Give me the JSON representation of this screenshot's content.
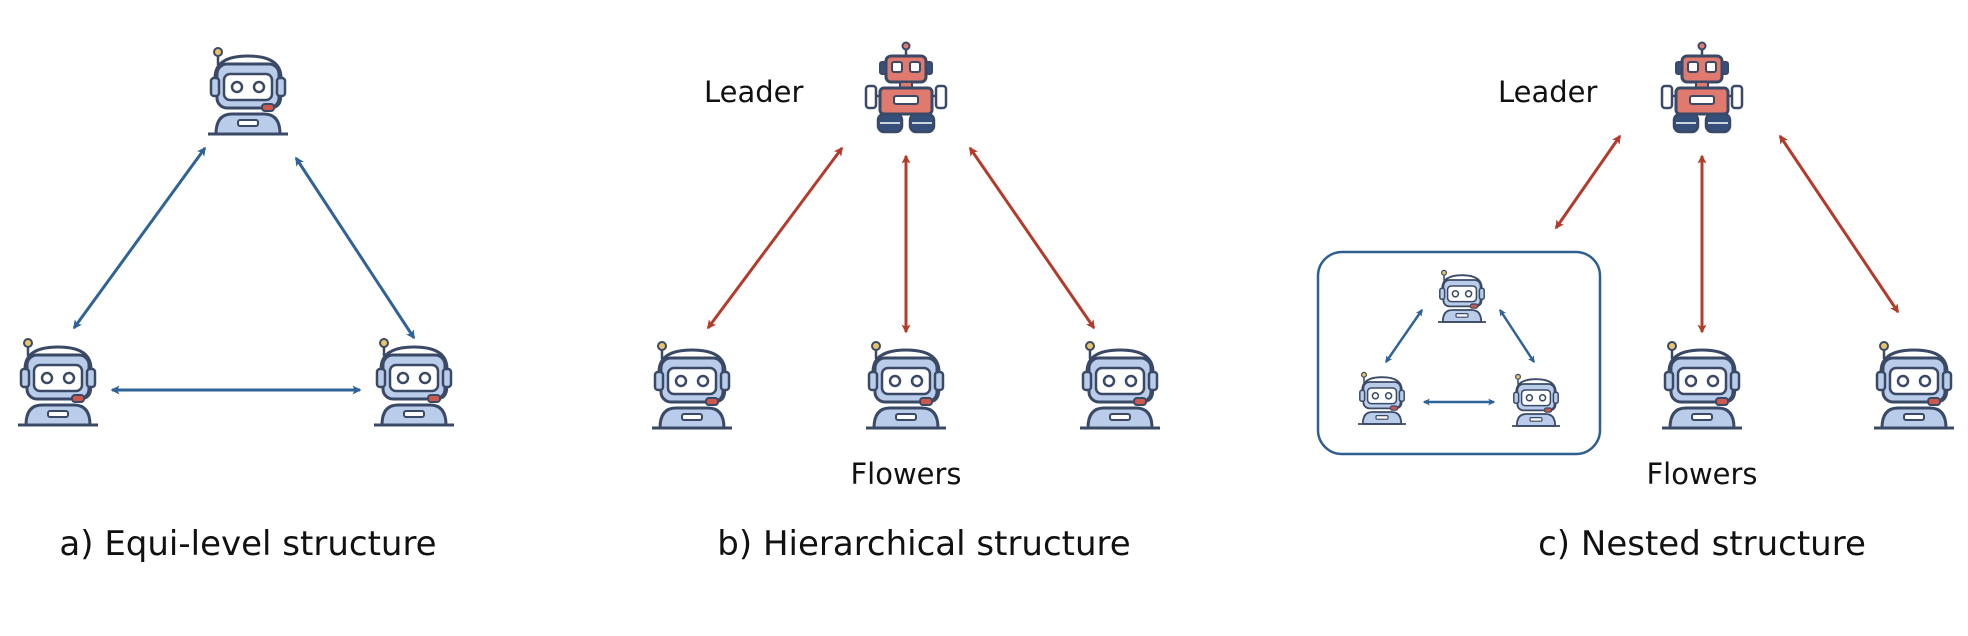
{
  "panels": {
    "a": {
      "caption": "a) Equi-level structure"
    },
    "b": {
      "caption": "b) Hierarchical structure",
      "leader_label": "Leader",
      "followers_label": "Flowers"
    },
    "c": {
      "caption": "c) Nested structure",
      "leader_label": "Leader",
      "followers_label": "Flowers"
    }
  },
  "colors": {
    "blue_arrow": "#2f6296",
    "red_arrow": "#b43a2a",
    "agent_body": "#b9cdea",
    "agent_dark": "#3a4a66",
    "leader_body": "#e07a6f",
    "leader_wheels": "#35507a",
    "mic_accent": "#d0574c",
    "group_box_border": "#2f5f90"
  },
  "icons": {
    "agent": "headset-robot-icon",
    "leader": "leader-robot-icon"
  }
}
